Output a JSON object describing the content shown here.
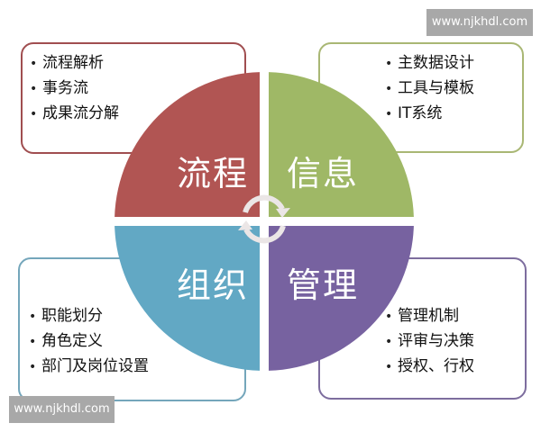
{
  "watermark": {
    "top_text": "www.njkhdl.com",
    "bottom_text": "www.njkhdl.com",
    "background": "#a8a8a8"
  },
  "quadrants": [
    {
      "id": "process",
      "label": "流程",
      "color": "#b15553",
      "border": "#a04e50",
      "items": [
        "流程解析",
        "事务流",
        "成果流分解"
      ]
    },
    {
      "id": "information",
      "label": "信息",
      "color": "#9fb866",
      "border": "#a9b774",
      "items": [
        "主数据设计",
        "工具与模板",
        "IT系统"
      ]
    },
    {
      "id": "organization",
      "label": "组织",
      "color": "#62a8c4",
      "border": "#74a6bb",
      "items": [
        "职能划分",
        "角色定义",
        "部门及岗位设置"
      ]
    },
    {
      "id": "management",
      "label": "管理",
      "color": "#7762a0",
      "border": "#7d6d9e",
      "items": [
        "管理机制",
        "评审与决策",
        "授权、行权"
      ]
    }
  ],
  "center_icon": "cycle-arrows-icon",
  "bullet": "•"
}
